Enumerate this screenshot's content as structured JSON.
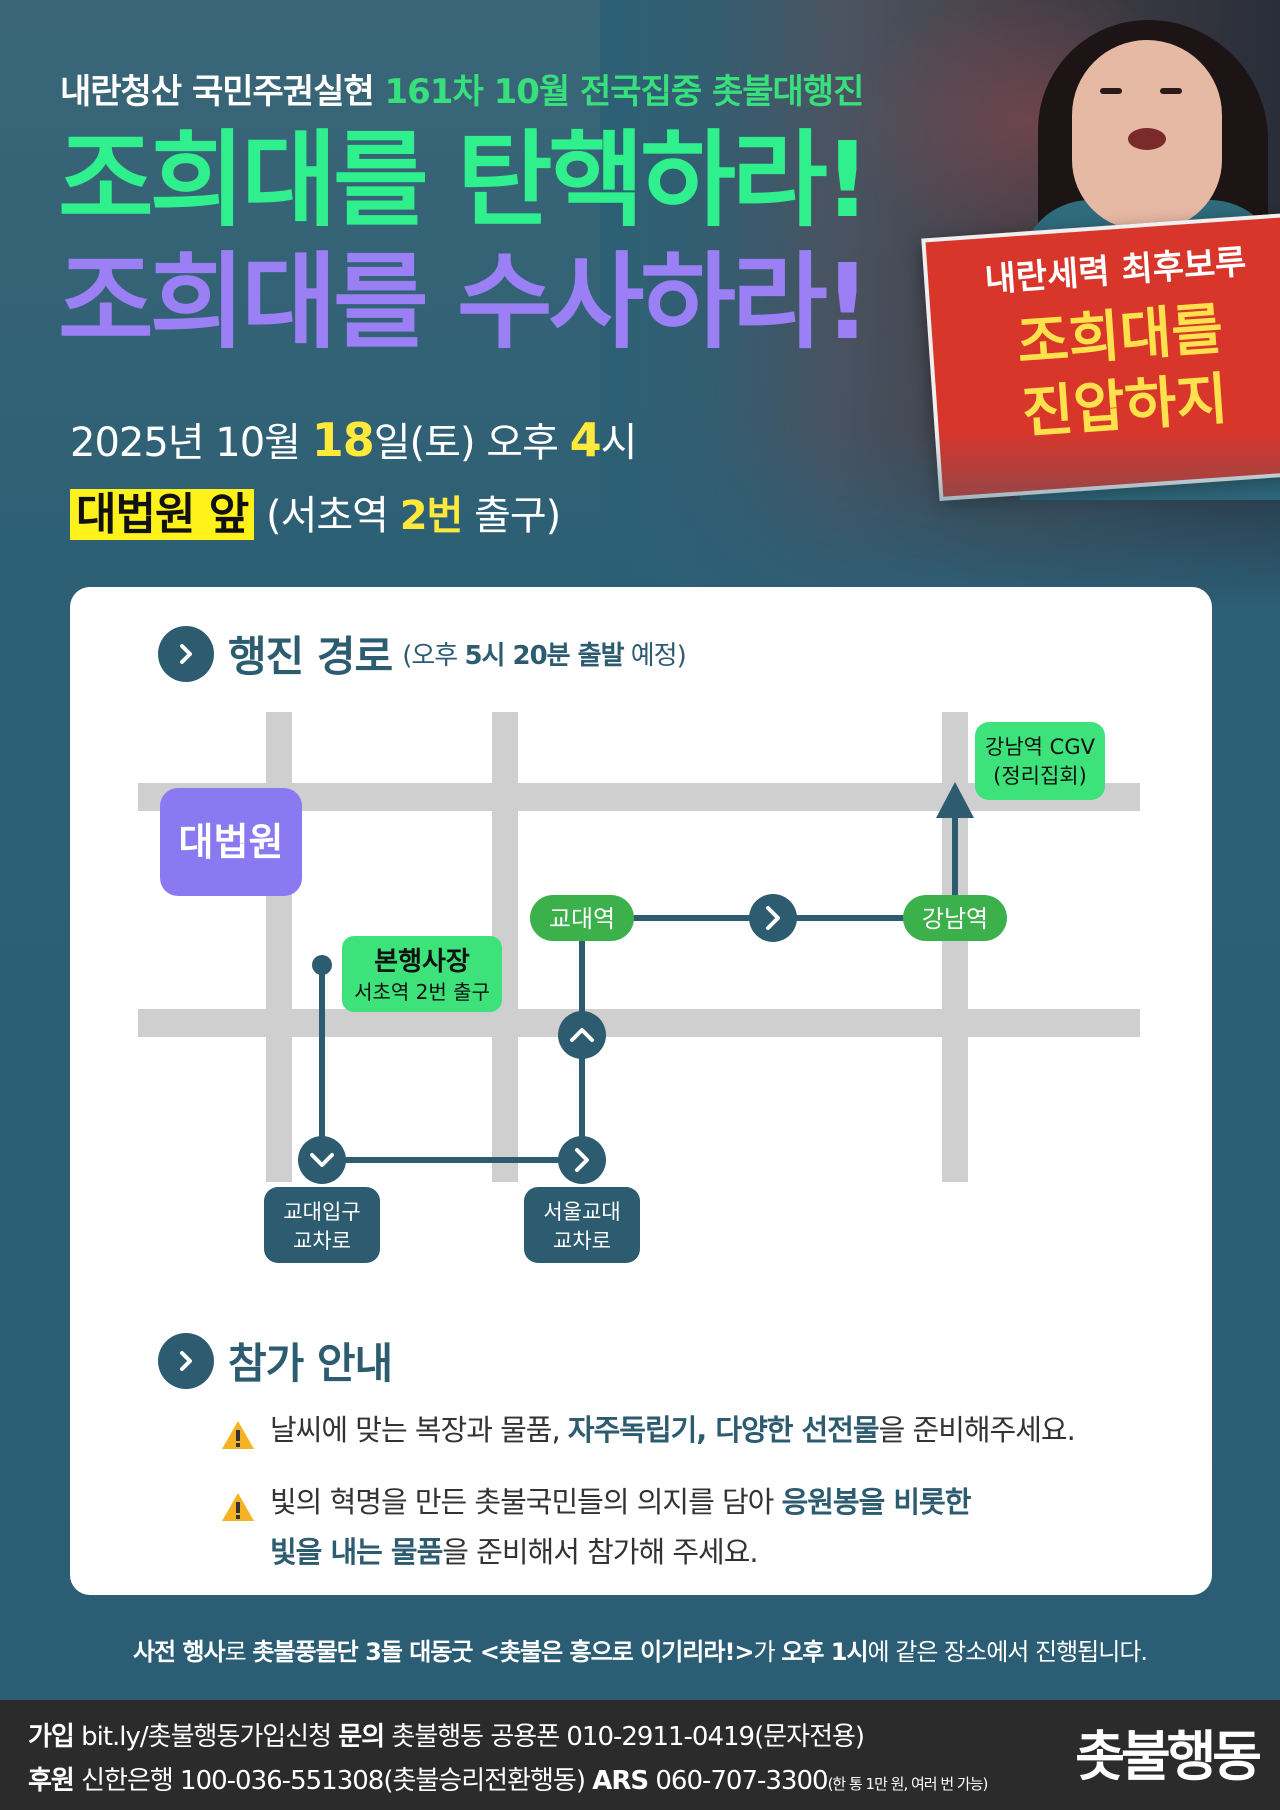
{
  "header": {
    "subtitle_prefix": "내란청산 국민주권실현 ",
    "subtitle_highlight": "161차 10월 전국집중 촛불대행진",
    "headline1": "조희대를 탄핵하라!",
    "headline2": "조희대를 수사하라!"
  },
  "date": {
    "part1": "2025년 10월 ",
    "day": "18",
    "part2": "일(토) 오후 ",
    "hour": "4",
    "part3": "시"
  },
  "place": {
    "name": "대법원 앞",
    "paren_open": " (서초역 ",
    "exit": "2번",
    "paren_close": " 출구)"
  },
  "picket": {
    "line1": "내란세력 최후보루",
    "line2": "조희대를",
    "line3": "진압하지"
  },
  "route": {
    "title": "행진 경로",
    "sub_open": "(오후 ",
    "sub_time": "5시 20분 출발",
    "sub_close": " 예정)",
    "court": "대법원",
    "start_title": "본행사장",
    "start_sub": "서초역 2번 출구",
    "gyodae_station": "교대역",
    "gangnam_station": "강남역",
    "cgv_line1": "강남역 CGV",
    "cgv_line2": "(정리집회)",
    "gyodae_entrance_line1": "교대입구",
    "gyodae_entrance_line2": "교차로",
    "seoul_edu_line1": "서울교대",
    "seoul_edu_line2": "교차로"
  },
  "info": {
    "title": "참가 안내",
    "item1_pre": "날씨에 맞는 복장과 물품, ",
    "item1_bold": "자주독립기, 다양한 선전물",
    "item1_post": "을 준비해주세요.",
    "item2_pre": "빛의 혁명을 만든 촛불국민들의 의지를 담아 ",
    "item2_bold1": "응원봉을 비롯한",
    "item2_bold2": "빛을 내는 물품",
    "item2_post": "을 준비해서 참가해 주세요."
  },
  "pre_event": {
    "b1": "사전 행사",
    "t1": "로 ",
    "b2": "촛불풍물단 3돌 대동굿 <촛불은 흥으로 이기리라!>",
    "t2": "가 ",
    "b3": "오후 1시",
    "t3": "에 같은 장소에서 진행됩니다."
  },
  "footer": {
    "join_label": "가입",
    "join_text": " bit.ly/촛불행동가입신청 ",
    "contact_label": "문의",
    "contact_text": " 촛불행동 공용폰 010-2911-0419(문자전용)",
    "donate_label": "후원",
    "donate_text": " 신한은행 100-036-551308(촛불승리전환행동) ",
    "ars_label": "ARS",
    "ars_text": " 060-707-3300",
    "ars_note": "(한 통 1만 원, 여러 번 가능)",
    "logo": "촛불행동"
  },
  "colors": {
    "accent_green": "#2ff08c",
    "accent_purple": "#9b80f5",
    "accent_yellow": "#ffe93b",
    "route_navy": "#2d5b70",
    "station_green": "#3cb04a",
    "label_mint": "#3de27b",
    "court_purple": "#8a79f0"
  },
  "icons": [
    "chevron-right-icon",
    "chevron-down-icon",
    "chevron-up-icon",
    "arrow-up-icon",
    "warning-icon"
  ]
}
